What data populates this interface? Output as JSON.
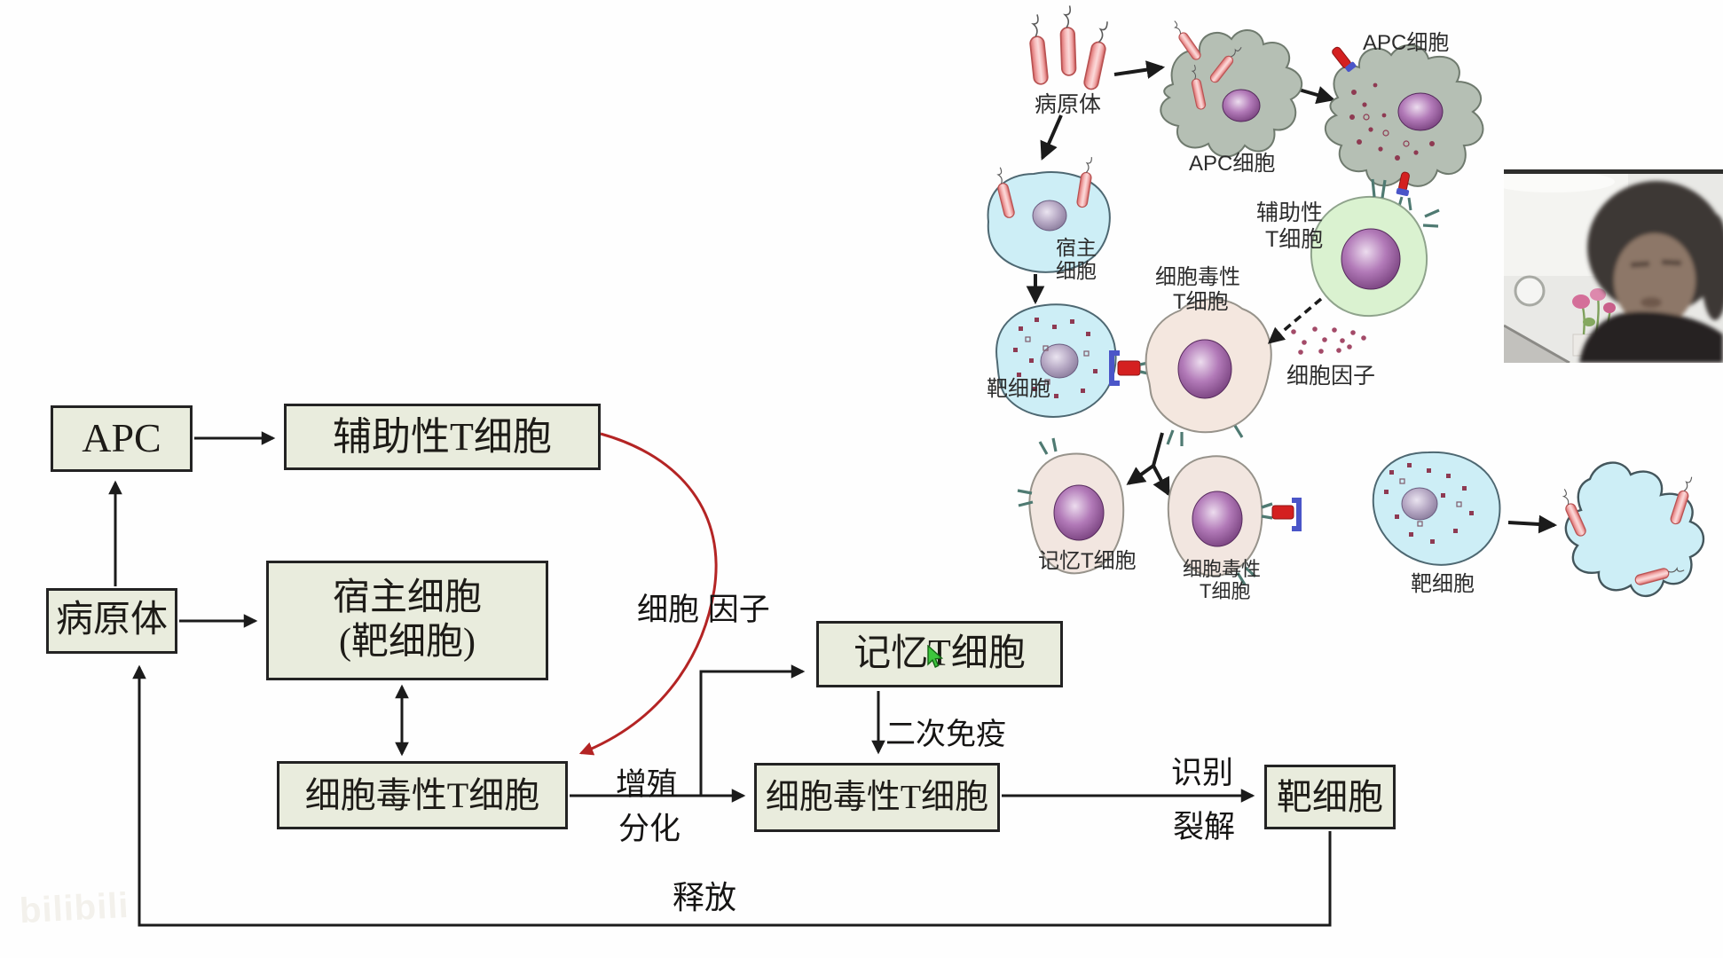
{
  "flowchart": {
    "boxes": {
      "apc": "APC",
      "helper_t": "辅助性T细胞",
      "pathogen": "病原体",
      "host_line1": "宿主细胞",
      "host_line2": "(靶细胞)",
      "cytotoxic_t": "细胞毒性T细胞",
      "memory_t": "记忆T细胞",
      "cytotoxic_t2": "细胞毒性T细胞",
      "target_cell": "靶细胞"
    },
    "edge_labels": {
      "cytokine": "细胞 因子",
      "proliferate": "增殖",
      "differentiate": "分化",
      "secondary_immune": "二次免疫",
      "recognize": "识别",
      "lyse": "裂解",
      "release": "释放"
    }
  },
  "illustration": {
    "pathogen": "病原体",
    "apc_cell_1": "APC细胞",
    "apc_cell_2": "APC细胞",
    "host_cell_line1": "宿主",
    "host_cell_line2": "细胞",
    "target_cell_left": "靶细胞",
    "cytotoxic_line1": "细胞毒性",
    "cytotoxic_line2": "T细胞",
    "helper_line1": "辅助性",
    "helper_line2": "T细胞",
    "cytokines": "细胞因子",
    "memory_t": "记忆T细胞",
    "cytotoxic2_line1": "细胞毒性",
    "cytotoxic2_line2": "T细胞",
    "target_cell_right": "靶细胞"
  },
  "watermark": "bilibili",
  "colors": {
    "box_fill": "#e9ecdd",
    "box_border": "#232323",
    "arrow_black": "#1b1b1b",
    "arrow_red": "#b42424",
    "cell_blue": "#cdeef6",
    "cell_beige": "#f4e7df",
    "cell_green": "#daf2d0",
    "cell_gray": "#b5bfb4",
    "nucleus_purple": "#69336f",
    "bacteria_pink": "#f0a8a8",
    "cursor_green": "#3dc53d"
  }
}
